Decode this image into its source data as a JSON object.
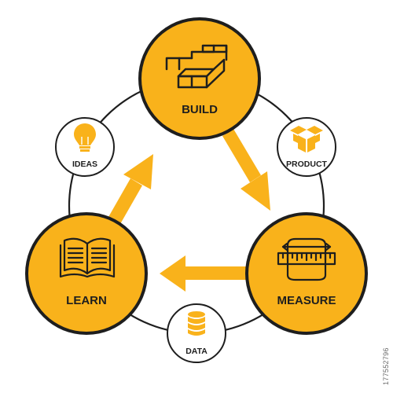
{
  "colors": {
    "accent": "#f9b21b",
    "outline": "#1e1e1e",
    "background": "#ffffff"
  },
  "nodes": {
    "build": {
      "label": "BUILD",
      "icon": "bricks-icon"
    },
    "measure": {
      "label": "MEASURE",
      "icon": "ruler-icon"
    },
    "learn": {
      "label": "LEARN",
      "icon": "open-book-icon"
    },
    "ideas": {
      "label": "IDEAS",
      "icon": "lightbulb-icon"
    },
    "product": {
      "label": "PRODUCT",
      "icon": "box-icon"
    },
    "data": {
      "label": "DATA",
      "icon": "database-icon"
    }
  },
  "watermark": "177552796"
}
